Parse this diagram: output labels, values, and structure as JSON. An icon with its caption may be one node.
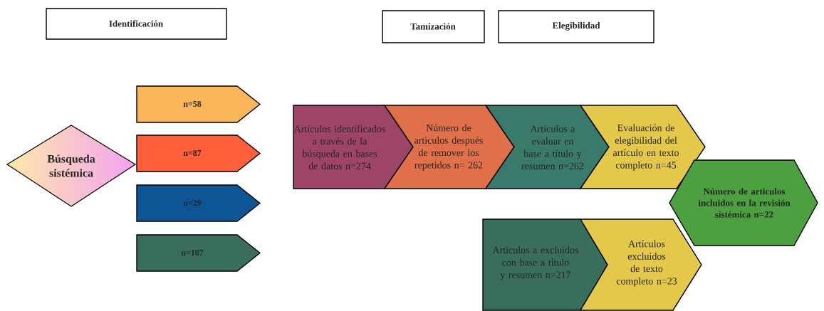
{
  "diagram": {
    "nodes": [
      {
        "text": [
          "Identificación"
        ]
      },
      {
        "text": [
          "Tamización"
        ]
      },
      {
        "text": [
          "Elegibilidad"
        ]
      },
      {
        "text": [
          "Búsqueda sistémica"
        ]
      },
      {
        "text": [
          "n=58"
        ]
      },
      {
        "text": [
          "n=87"
        ]
      },
      {
        "text": [
          "n=29"
        ]
      },
      {
        "text": [
          "n=187"
        ]
      },
      {
        "text": [
          "Artículos identificados a través de la búsqueda en bases de datos n=274"
        ]
      },
      {
        "text": [
          "Número de articulos después de remover los repetidos n=  262"
        ]
      },
      {
        "text": [
          "Articulos a evaluar en base a título y resumen n=262"
        ]
      },
      {
        "text": [
          "Evaluación de elegibilidad del artículo en texto completo n=45"
        ]
      },
      {
        "text": [
          "Número de articulos incluidos en la revisión sistémica n=22"
        ]
      },
      {
        "text": [
          "Articulos a excluidos con base a título y resumen n=217"
        ]
      },
      {
        "text": [
          "Artículos excluidos de texto completo n=23"
        ]
      }
    ]
  }
}
